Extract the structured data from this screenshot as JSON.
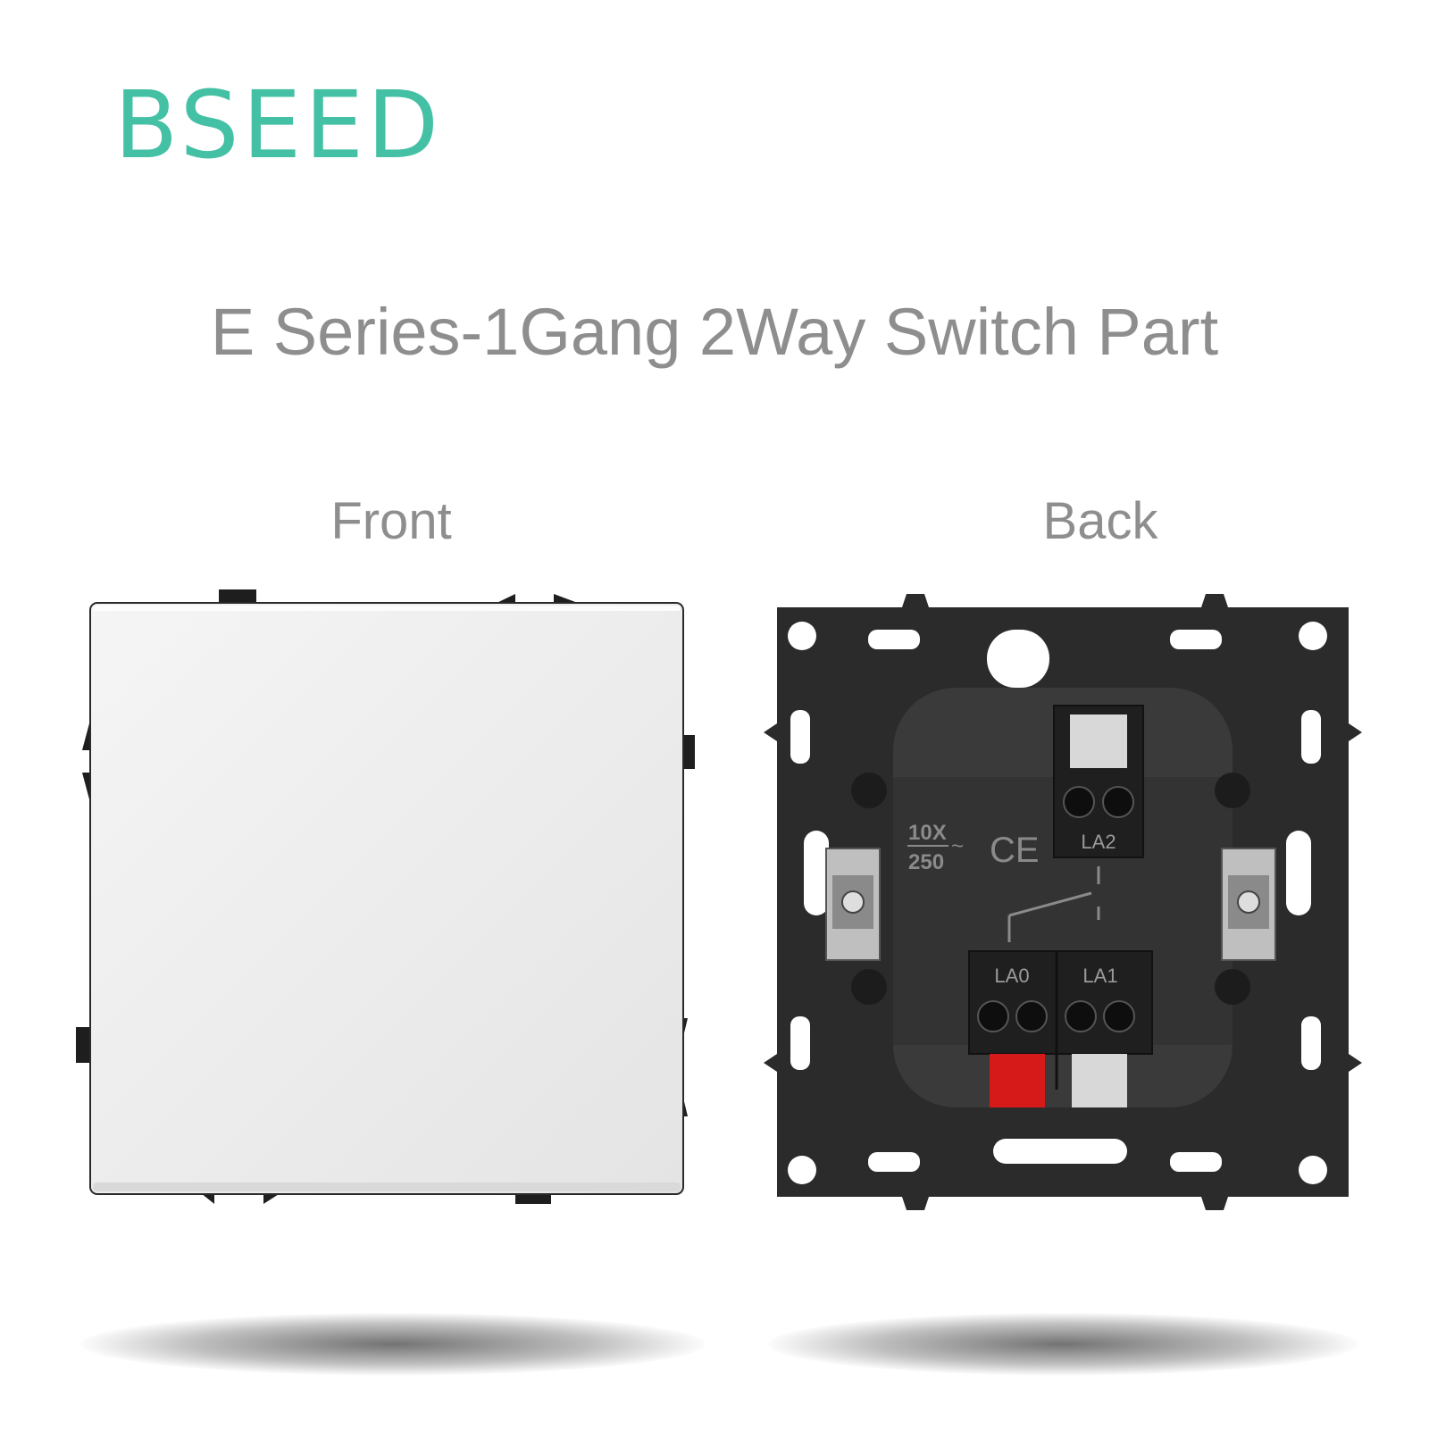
{
  "brand": {
    "logo_text": "BSEED",
    "color": "#44c0a5"
  },
  "title": {
    "text": "E Series-1Gang 2Way Switch Part",
    "color": "#8e8e8e"
  },
  "front": {
    "label": "Front"
  },
  "back": {
    "label": "Back",
    "rating_top": "10X",
    "rating_bottom": "250",
    "rating_suffix": "~",
    "ce_mark": "CE",
    "terminal_la2": "LA2",
    "terminal_la0": "LA0",
    "terminal_la1": "LA1"
  },
  "colors": {
    "label_gray": "#8e8e8e",
    "frame": "#2b2b2b",
    "module_body": "#3a3a3a",
    "plate": "#eeeeee",
    "release_red": "#d61a1a"
  }
}
